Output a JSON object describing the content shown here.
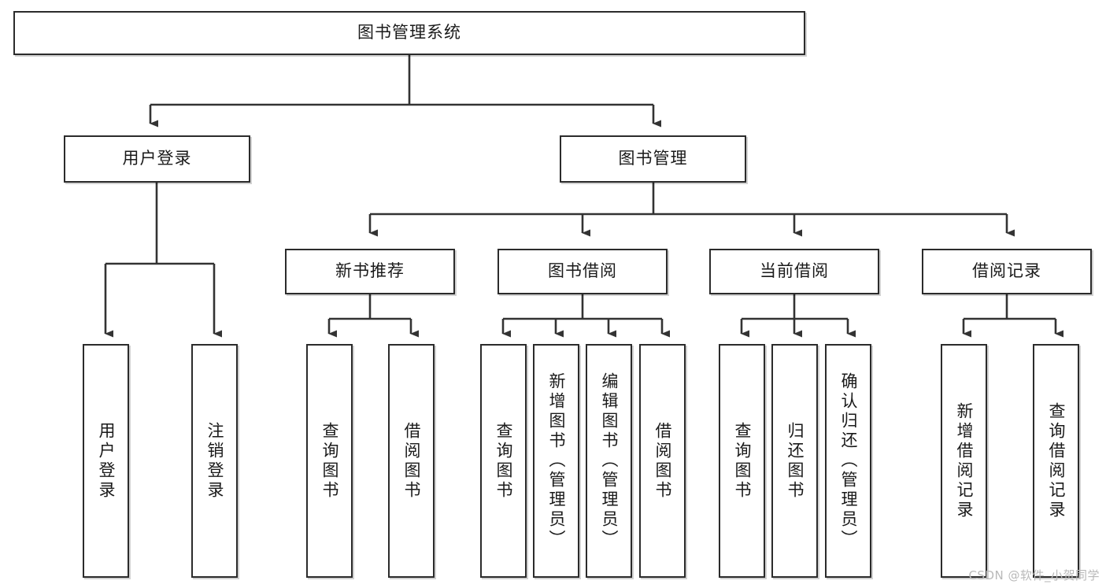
{
  "diagram": {
    "type": "tree-hierarchy-chart",
    "title": "图书管理系统",
    "orientation": "top-down",
    "colors": {
      "box_border": "#2b2b2b",
      "box_fill": "#ffffff",
      "edge": "#333333",
      "text": "#1a1a1a",
      "watermark": "#b9b9b9"
    },
    "root": {
      "label": "图书管理系统"
    },
    "level2": [
      {
        "label": "用户登录"
      },
      {
        "label": "图书管理"
      }
    ],
    "level3": [
      {
        "label": "新书推荐"
      },
      {
        "label": "图书借阅"
      },
      {
        "label": "当前借阅"
      },
      {
        "label": "借阅记录"
      }
    ],
    "leaves": {
      "user_login": [
        {
          "label": "用户登录"
        },
        {
          "label": "注销登录"
        }
      ],
      "new_book_recommend": [
        {
          "label": "查询图书"
        },
        {
          "label": "借阅图书"
        }
      ],
      "book_borrow": [
        {
          "label": "查询图书"
        },
        {
          "label": "新增图书（管理员）"
        },
        {
          "label": "编辑图书（管理员）"
        },
        {
          "label": "借阅图书"
        }
      ],
      "current_borrow": [
        {
          "label": "查询图书"
        },
        {
          "label": "归还图书"
        },
        {
          "label": "确认归还（管理员）"
        }
      ],
      "borrow_record": [
        {
          "label": "新增借阅记录"
        },
        {
          "label": "查询借阅记录"
        }
      ]
    }
  },
  "watermark": {
    "text": "CSDN @软件_小贺同学"
  }
}
